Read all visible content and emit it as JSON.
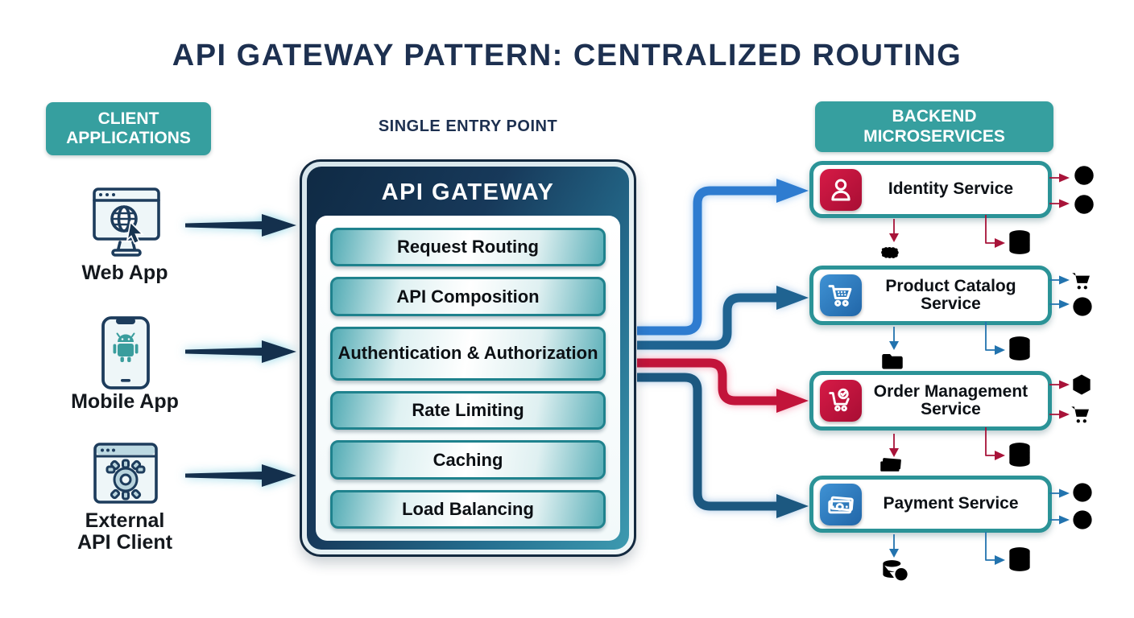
{
  "title": "API GATEWAY PATTERN: CENTRALIZED ROUTING",
  "colors": {
    "navy_text": "#1d3050",
    "teal_badge": "#369f9f",
    "teal_border": "#2b9397",
    "crimson_accent": "#c5133f",
    "maroon_icon": "#8e1d35",
    "blue_accent": "#2a76b9",
    "route_bright_blue": "#2e7cd0",
    "route_steel_blue": "#1f6391",
    "route_crimson": "#c2143a",
    "route_navy": "#1c5880",
    "client_arrow": "#14304d"
  },
  "client_section": {
    "header": "CLIENT\nAPPLICATIONS",
    "items": [
      {
        "label": "Web App",
        "icon": "web-app-browser-icon"
      },
      {
        "label": "Mobile App",
        "icon": "mobile-app-phone-icon"
      },
      {
        "label": "External\nAPI Client",
        "icon": "external-api-gear-browser-icon"
      }
    ]
  },
  "gateway": {
    "entry_point_label": "SINGLE ENTRY POINT",
    "title": "API GATEWAY",
    "features": [
      "Request Routing",
      "API Composition",
      "Authentication & Authorization",
      "Rate Limiting",
      "Caching",
      "Load Balancing"
    ]
  },
  "backend_section": {
    "header": "BACKEND\nMICROSERVICES",
    "services": [
      {
        "name": "Identity Service",
        "accent": "#c5133f",
        "icon": "user-icon",
        "right_icons": [
          "user-circle-icon",
          "user-circle-icon"
        ],
        "bottom_icons": [
          "token-stamp-icon",
          "database-icon"
        ]
      },
      {
        "name": "Product Catalog\nService",
        "accent": "#2a76b9",
        "icon": "shopping-cart-icon",
        "right_icons": [
          "shopping-cart-icon",
          "dollar-circle-icon"
        ],
        "bottom_icons": [
          "folder-icon",
          "database-icon"
        ]
      },
      {
        "name": "Order Management\nService",
        "accent": "#c5133f",
        "icon": "cart-check-icon",
        "right_icons": [
          "package-icon",
          "shopping-cart-icon"
        ],
        "bottom_icons": [
          "banknote-icon",
          "database-icon"
        ]
      },
      {
        "name": "Payment Service",
        "accent": "#2a76b9",
        "icon": "banknote-icon",
        "right_icons": [
          "dollar-circle-icon",
          "dollar-circle-icon"
        ],
        "bottom_icons": [
          "coins-icon",
          "database-icon"
        ]
      }
    ]
  },
  "connections": {
    "clients_to_gateway": [
      "Web App",
      "Mobile App",
      "External API Client"
    ],
    "gateway_to_services": [
      {
        "target": "Identity Service",
        "color": "#2e7cd0"
      },
      {
        "target": "Product Catalog Service",
        "color": "#1f6391"
      },
      {
        "target": "Order Management Service",
        "color": "#c2143a"
      },
      {
        "target": "Payment Service",
        "color": "#1c5880"
      }
    ]
  }
}
